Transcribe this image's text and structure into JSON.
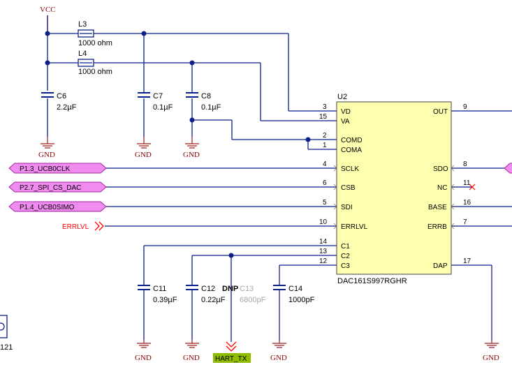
{
  "supply": {
    "label": "VCC"
  },
  "gnd_label": "GND",
  "resistors": [
    {
      "ref": "L3",
      "value": "1000 ohm"
    },
    {
      "ref": "L4",
      "value": "1000 ohm"
    }
  ],
  "caps": {
    "c6": {
      "ref": "C6",
      "value": "2.2µF"
    },
    "c7": {
      "ref": "C7",
      "value": "0.1µF"
    },
    "c8": {
      "ref": "C8",
      "value": "0.1µF"
    },
    "c11": {
      "ref": "C11",
      "value": "0.39µF"
    },
    "c12": {
      "ref": "C12",
      "value": "0.22µF"
    },
    "c13": {
      "ref": "C13",
      "value": "6800pF",
      "tag": "DNP"
    },
    "c14": {
      "ref": "C14",
      "value": "1000pF"
    }
  },
  "ic": {
    "ref": "U2",
    "part": "DAC161S997RGHR",
    "left_pins": [
      {
        "num": "3",
        "name": "VD"
      },
      {
        "num": "15",
        "name": "VA"
      },
      {
        "num": "2",
        "name": "COMD"
      },
      {
        "num": "1",
        "name": "COMA"
      },
      {
        "num": "4",
        "name": "SCLK"
      },
      {
        "num": "6",
        "name": "CSB"
      },
      {
        "num": "5",
        "name": "SDI"
      },
      {
        "num": "10",
        "name": "ERRLVL"
      },
      {
        "num": "14",
        "name": "C1"
      },
      {
        "num": "13",
        "name": "C2"
      },
      {
        "num": "12",
        "name": "C3"
      }
    ],
    "right_pins": [
      {
        "num": "9",
        "name": "OUT"
      },
      {
        "num": "8",
        "name": "SDO"
      },
      {
        "num": "11",
        "name": "NC"
      },
      {
        "num": "16",
        "name": "BASE"
      },
      {
        "num": "7",
        "name": "ERRB"
      },
      {
        "num": "17",
        "name": "DAP"
      }
    ]
  },
  "nets": {
    "sclk": "P1.3_UCB0CLK",
    "csb": "P2.7_SPI_CS_DAC",
    "sdi": "P1.4_UCB0SIMO",
    "errlvl": "ERRLVL",
    "hart": "HART_TX"
  },
  "edge_fragment": "121",
  "colors": {
    "wire": "#0a1e8c",
    "gnd": "#a01818",
    "ic_fill": "#ffffb0",
    "net_tag": "#f08cf0",
    "hart_bg": "#8fbc00",
    "errlvl": "#ff0000"
  }
}
